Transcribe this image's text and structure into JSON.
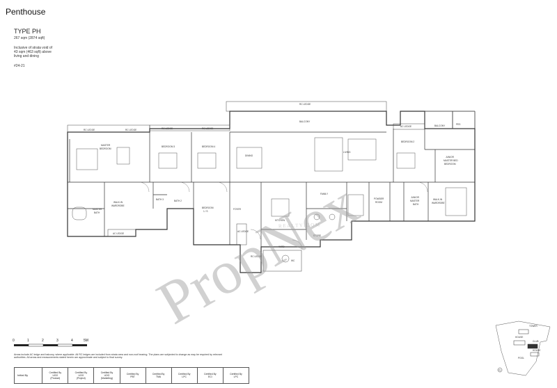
{
  "header": {
    "title": "Penthouse",
    "type_name": "TYPE PH",
    "area": "267 sqm (2874 sqft)",
    "strata_note": [
      "Inclusive of strata void of",
      "43 sqm (463 sqft) above",
      "living and dining"
    ],
    "unit": "#24-21"
  },
  "watermark": {
    "text": "PropNex",
    "sub": "R E A L T Y . C O M"
  },
  "rooms": {
    "master_bedroom": [
      "MASTER",
      "BEDROOM"
    ],
    "bedroom_3": "BEDROOM 3",
    "bedroom_4": "BEDROOM 4",
    "dining": "DINING",
    "living": "LIVING",
    "balcony": "BALCONY",
    "balcony_small": "BALCONY",
    "bedroom_2": "BEDROOM 2",
    "junior_master_bedroom": [
      "JUNIOR",
      "MASTER BED",
      "BEDROOM"
    ],
    "pes": "PES",
    "walk_in_wardrobe": [
      "WALK-IN",
      "WARDROBE"
    ],
    "master_bath": [
      "MASTER",
      "BATH"
    ],
    "bath_3": "BATH 3",
    "bath_2": "BATH 2",
    "bedroom_1": [
      "BEDROOM",
      "1 / S"
    ],
    "foyer": "FOYER",
    "kitchen": "KITCHEN",
    "store": "STORE",
    "yard": "YARD",
    "family": "FAMILY",
    "powder_room": [
      "POWDER",
      "ROOM"
    ],
    "junior_master_bath": [
      "JUNIOR",
      "MASTER",
      "BATH"
    ],
    "walk_in_wardrobe_2": [
      "WALK-IN",
      "WARDROBE"
    ],
    "wc": "WC",
    "ac_ledge": "AC LEDGE",
    "rc_ledge": "RC LEDGE"
  },
  "scale": {
    "labels": [
      "0",
      "1",
      "2",
      "3",
      "4",
      "5M"
    ]
  },
  "disclaimer": [
    "Areas include AC ledge and balcony, where applicable. All RC ledges are included from strata area and non-roof bearing. The plans are subjected to change as may be required by relevant",
    "authorities. All areas and measurements stated herein are approximate and subject to final survey."
  ],
  "certification": {
    "initial_label": "Initial By",
    "cells": [
      [
        "Certified By",
        "UOO",
        "(Product)"
      ],
      [
        "Certified By",
        "UOO",
        "(Project)"
      ],
      [
        "Certified By",
        "UOO",
        "(Marketing)"
      ],
      [
        "Certified By",
        "PBT"
      ],
      [
        "Certified By",
        "TMA"
      ],
      [
        "Certified By",
        "LPC"
      ],
      [
        "Certified By",
        "ECI"
      ],
      [
        "Certified By",
        "LPC"
      ]
    ]
  },
  "keyplan": {
    "labels": [
      "TOWER",
      "HOUSE",
      "CLUB",
      "HOUSE",
      "POOL",
      "N"
    ]
  },
  "colors": {
    "line": "#333333",
    "watermark": "#9a9a9a"
  }
}
